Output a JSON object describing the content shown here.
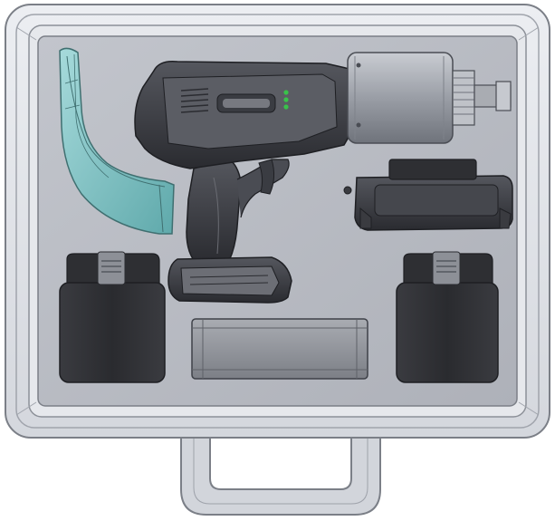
{
  "scene": {
    "subject": "tool-carrying-case",
    "items": [
      {
        "name": "reaction-arm",
        "color": "#7fc3c4"
      },
      {
        "name": "torque-wrench-tool",
        "color": "#3d3f46"
      },
      {
        "name": "battery-charger",
        "color": "#3a3b40"
      },
      {
        "name": "battery-pack-left",
        "color": "#2e2f33"
      },
      {
        "name": "battery-pack-right",
        "color": "#2e2f33"
      },
      {
        "name": "accessory-box",
        "color": "#8f9197"
      }
    ]
  },
  "colors": {
    "case_shell": "#dfe1e6",
    "case_outline": "#7b7f87",
    "foam_inlay": "#b5b8c0",
    "handle": "#d2d5db",
    "accent_teal": "#7fc3c4",
    "body_dark": "#2e2f33",
    "status_led": "#39c24a"
  }
}
